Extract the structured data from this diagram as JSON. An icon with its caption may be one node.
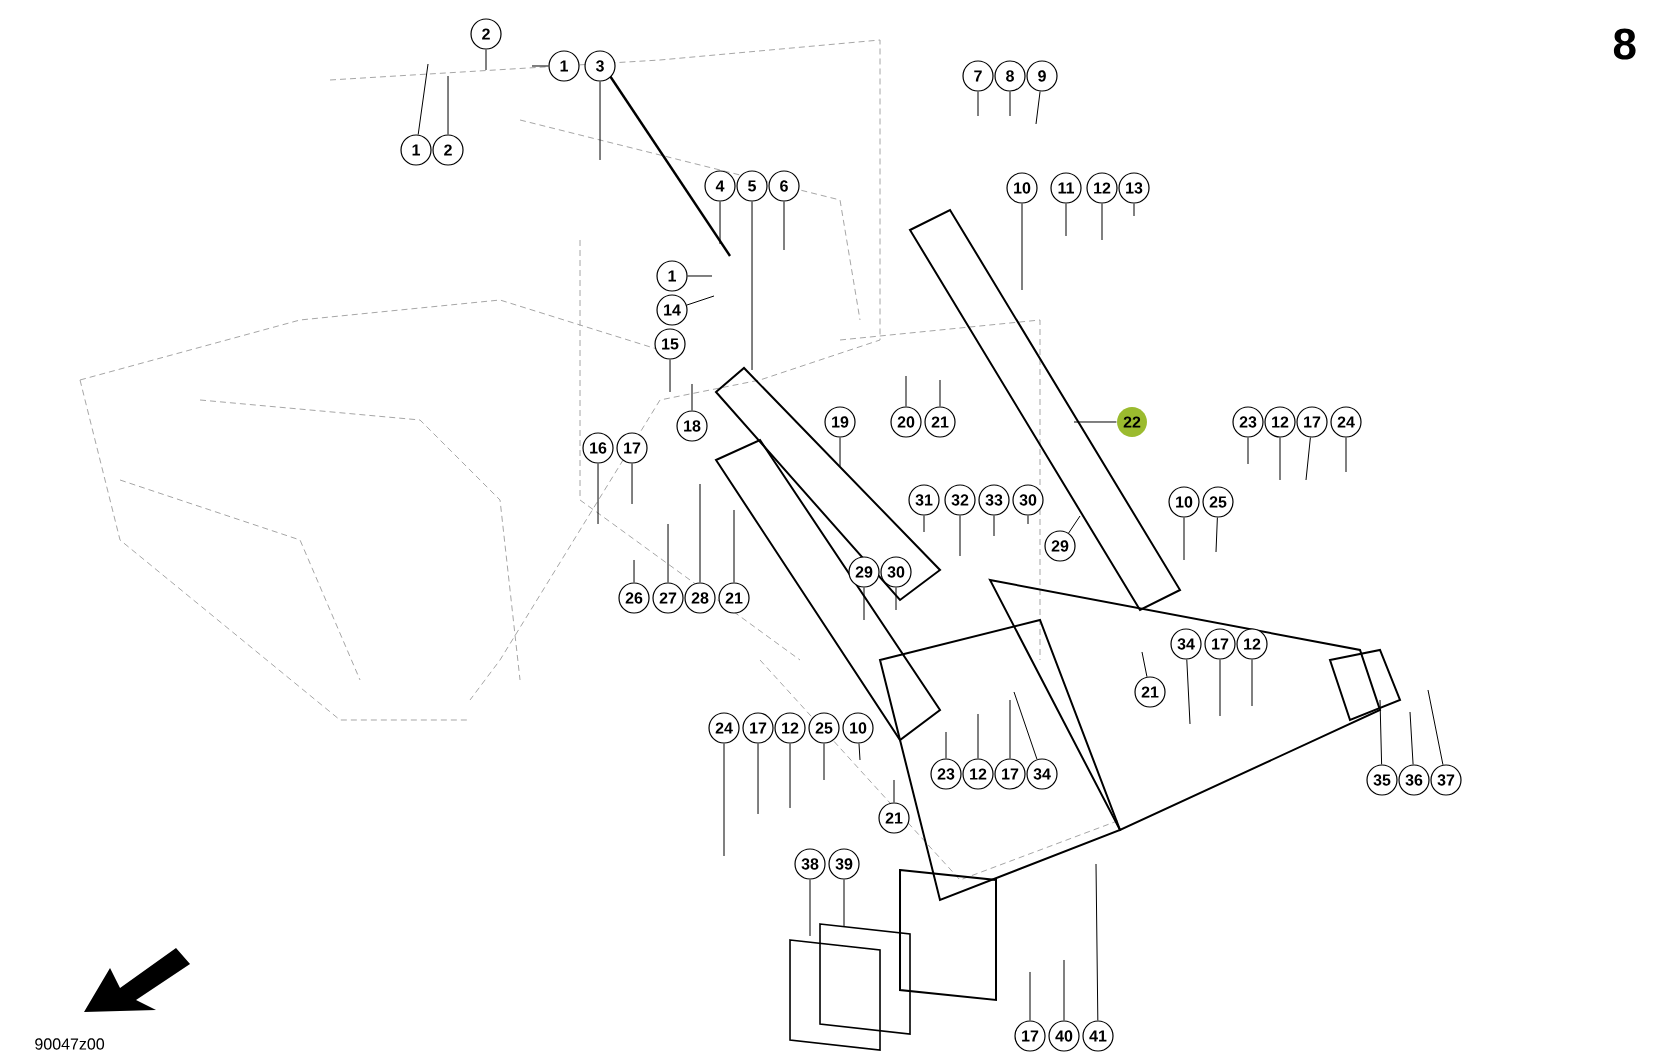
{
  "diagram": {
    "nodes": [
      {
        "text": [
          "2"
        ]
      },
      {
        "text": [
          "1"
        ]
      },
      {
        "text": [
          "3"
        ]
      },
      {
        "text": [
          "7"
        ]
      },
      {
        "text": [
          "8"
        ]
      },
      {
        "text": [
          "9"
        ]
      },
      {
        "text": [
          "1"
        ]
      },
      {
        "text": [
          "2"
        ]
      },
      {
        "text": [
          "4"
        ]
      },
      {
        "text": [
          "5"
        ]
      },
      {
        "text": [
          "6"
        ]
      },
      {
        "text": [
          "10"
        ]
      },
      {
        "text": [
          "11"
        ]
      },
      {
        "text": [
          "12"
        ]
      },
      {
        "text": [
          "13"
        ]
      },
      {
        "text": [
          "1"
        ]
      },
      {
        "text": [
          "14"
        ]
      },
      {
        "text": [
          "15"
        ]
      },
      {
        "text": [
          "20"
        ]
      },
      {
        "text": [
          "21"
        ]
      },
      {
        "text": [
          "18"
        ]
      },
      {
        "text": [
          "19"
        ]
      },
      {
        "text": [
          "22"
        ]
      },
      {
        "text": [
          "23"
        ]
      },
      {
        "text": [
          "12"
        ]
      },
      {
        "text": [
          "17"
        ]
      },
      {
        "text": [
          "24"
        ]
      },
      {
        "text": [
          "16"
        ]
      },
      {
        "text": [
          "17"
        ]
      },
      {
        "text": [
          "31"
        ]
      },
      {
        "text": [
          "32"
        ]
      },
      {
        "text": [
          "33"
        ]
      },
      {
        "text": [
          "30"
        ]
      },
      {
        "text": [
          "10"
        ]
      },
      {
        "text": [
          "25"
        ]
      },
      {
        "text": [
          "29"
        ]
      },
      {
        "text": [
          "29"
        ]
      },
      {
        "text": [
          "30"
        ]
      },
      {
        "text": [
          "26"
        ]
      },
      {
        "text": [
          "27"
        ]
      },
      {
        "text": [
          "28"
        ]
      },
      {
        "text": [
          "21"
        ]
      },
      {
        "text": [
          "34"
        ]
      },
      {
        "text": [
          "17"
        ]
      },
      {
        "text": [
          "12"
        ]
      },
      {
        "text": [
          "21"
        ]
      },
      {
        "text": [
          "24"
        ]
      },
      {
        "text": [
          "17"
        ]
      },
      {
        "text": [
          "12"
        ]
      },
      {
        "text": [
          "25"
        ]
      },
      {
        "text": [
          "10"
        ]
      },
      {
        "text": [
          "23"
        ]
      },
      {
        "text": [
          "12"
        ]
      },
      {
        "text": [
          "17"
        ]
      },
      {
        "text": [
          "34"
        ]
      },
      {
        "text": [
          "35"
        ]
      },
      {
        "text": [
          "36"
        ]
      },
      {
        "text": [
          "37"
        ]
      },
      {
        "text": [
          "21"
        ]
      },
      {
        "text": [
          "38"
        ]
      },
      {
        "text": [
          "39"
        ]
      },
      {
        "text": [
          "17"
        ]
      },
      {
        "text": [
          "40"
        ]
      },
      {
        "text": [
          "41"
        ]
      }
    ],
    "edges": [
      {
        "from": 0,
        "to": null,
        "arrow": "none"
      },
      {
        "from": 1,
        "to": null,
        "arrow": "none"
      },
      {
        "from": 2,
        "to": null,
        "arrow": "none"
      },
      {
        "from": 3,
        "to": null,
        "arrow": "none"
      },
      {
        "from": 4,
        "to": null,
        "arrow": "none"
      },
      {
        "from": 5,
        "to": null,
        "arrow": "none"
      },
      {
        "from": 6,
        "to": null,
        "arrow": "none"
      },
      {
        "from": 7,
        "to": null,
        "arrow": "none"
      },
      {
        "from": 8,
        "to": null,
        "arrow": "none"
      },
      {
        "from": 9,
        "to": null,
        "arrow": "none"
      },
      {
        "from": 10,
        "to": null,
        "arrow": "none"
      },
      {
        "from": 11,
        "to": null,
        "arrow": "none"
      },
      {
        "from": 12,
        "to": null,
        "arrow": "none"
      },
      {
        "from": 13,
        "to": null,
        "arrow": "none"
      },
      {
        "from": 14,
        "to": null,
        "arrow": "none"
      },
      {
        "from": 15,
        "to": null,
        "arrow": "none"
      },
      {
        "from": 16,
        "to": null,
        "arrow": "none"
      },
      {
        "from": 17,
        "to": null,
        "arrow": "none"
      },
      {
        "from": 18,
        "to": null,
        "arrow": "none"
      },
      {
        "from": 19,
        "to": null,
        "arrow": "none"
      },
      {
        "from": 20,
        "to": null,
        "arrow": "none"
      },
      {
        "from": 21,
        "to": null,
        "arrow": "none"
      },
      {
        "from": 22,
        "to": null,
        "arrow": "none"
      },
      {
        "from": 23,
        "to": null,
        "arrow": "none"
      },
      {
        "from": 24,
        "to": null,
        "arrow": "none"
      },
      {
        "from": 25,
        "to": null,
        "arrow": "none"
      },
      {
        "from": 26,
        "to": null,
        "arrow": "none"
      },
      {
        "from": 27,
        "to": null,
        "arrow": "none"
      },
      {
        "from": 28,
        "to": null,
        "arrow": "none"
      },
      {
        "from": 29,
        "to": null,
        "arrow": "none"
      },
      {
        "from": 30,
        "to": null,
        "arrow": "none"
      },
      {
        "from": 31,
        "to": null,
        "arrow": "none"
      },
      {
        "from": 32,
        "to": null,
        "arrow": "none"
      },
      {
        "from": 33,
        "to": null,
        "arrow": "none"
      },
      {
        "from": 34,
        "to": null,
        "arrow": "none"
      },
      {
        "from": 35,
        "to": null,
        "arrow": "none"
      },
      {
        "from": 36,
        "to": null,
        "arrow": "none"
      },
      {
        "from": 37,
        "to": null,
        "arrow": "none"
      },
      {
        "from": 38,
        "to": null,
        "arrow": "none"
      },
      {
        "from": 39,
        "to": null,
        "arrow": "none"
      },
      {
        "from": 40,
        "to": null,
        "arrow": "none"
      },
      {
        "from": 41,
        "to": null,
        "arrow": "none"
      },
      {
        "from": 42,
        "to": null,
        "arrow": "none"
      },
      {
        "from": 43,
        "to": null,
        "arrow": "none"
      },
      {
        "from": 44,
        "to": null,
        "arrow": "none"
      },
      {
        "from": 45,
        "to": null,
        "arrow": "none"
      },
      {
        "from": 46,
        "to": null,
        "arrow": "none"
      },
      {
        "from": 47,
        "to": null,
        "arrow": "none"
      },
      {
        "from": 48,
        "to": null,
        "arrow": "none"
      },
      {
        "from": 49,
        "to": null,
        "arrow": "none"
      },
      {
        "from": 50,
        "to": null,
        "arrow": "none"
      },
      {
        "from": 51,
        "to": null,
        "arrow": "none"
      },
      {
        "from": 52,
        "to": null,
        "arrow": "none"
      },
      {
        "from": 53,
        "to": null,
        "arrow": "none"
      },
      {
        "from": 54,
        "to": null,
        "arrow": "none"
      },
      {
        "from": 55,
        "to": null,
        "arrow": "none"
      },
      {
        "from": 56,
        "to": null,
        "arrow": "none"
      },
      {
        "from": 57,
        "to": null,
        "arrow": "none"
      },
      {
        "from": 58,
        "to": null,
        "arrow": "none"
      },
      {
        "from": 59,
        "to": null,
        "arrow": "none"
      },
      {
        "from": 60,
        "to": null,
        "arrow": "none"
      },
      {
        "from": 61,
        "to": null,
        "arrow": "none"
      },
      {
        "from": 62,
        "to": null,
        "arrow": "none"
      },
      {
        "from": 63,
        "to": null,
        "arrow": "none"
      }
    ],
    "labels": [
      "8",
      "90047z00"
    ]
  }
}
